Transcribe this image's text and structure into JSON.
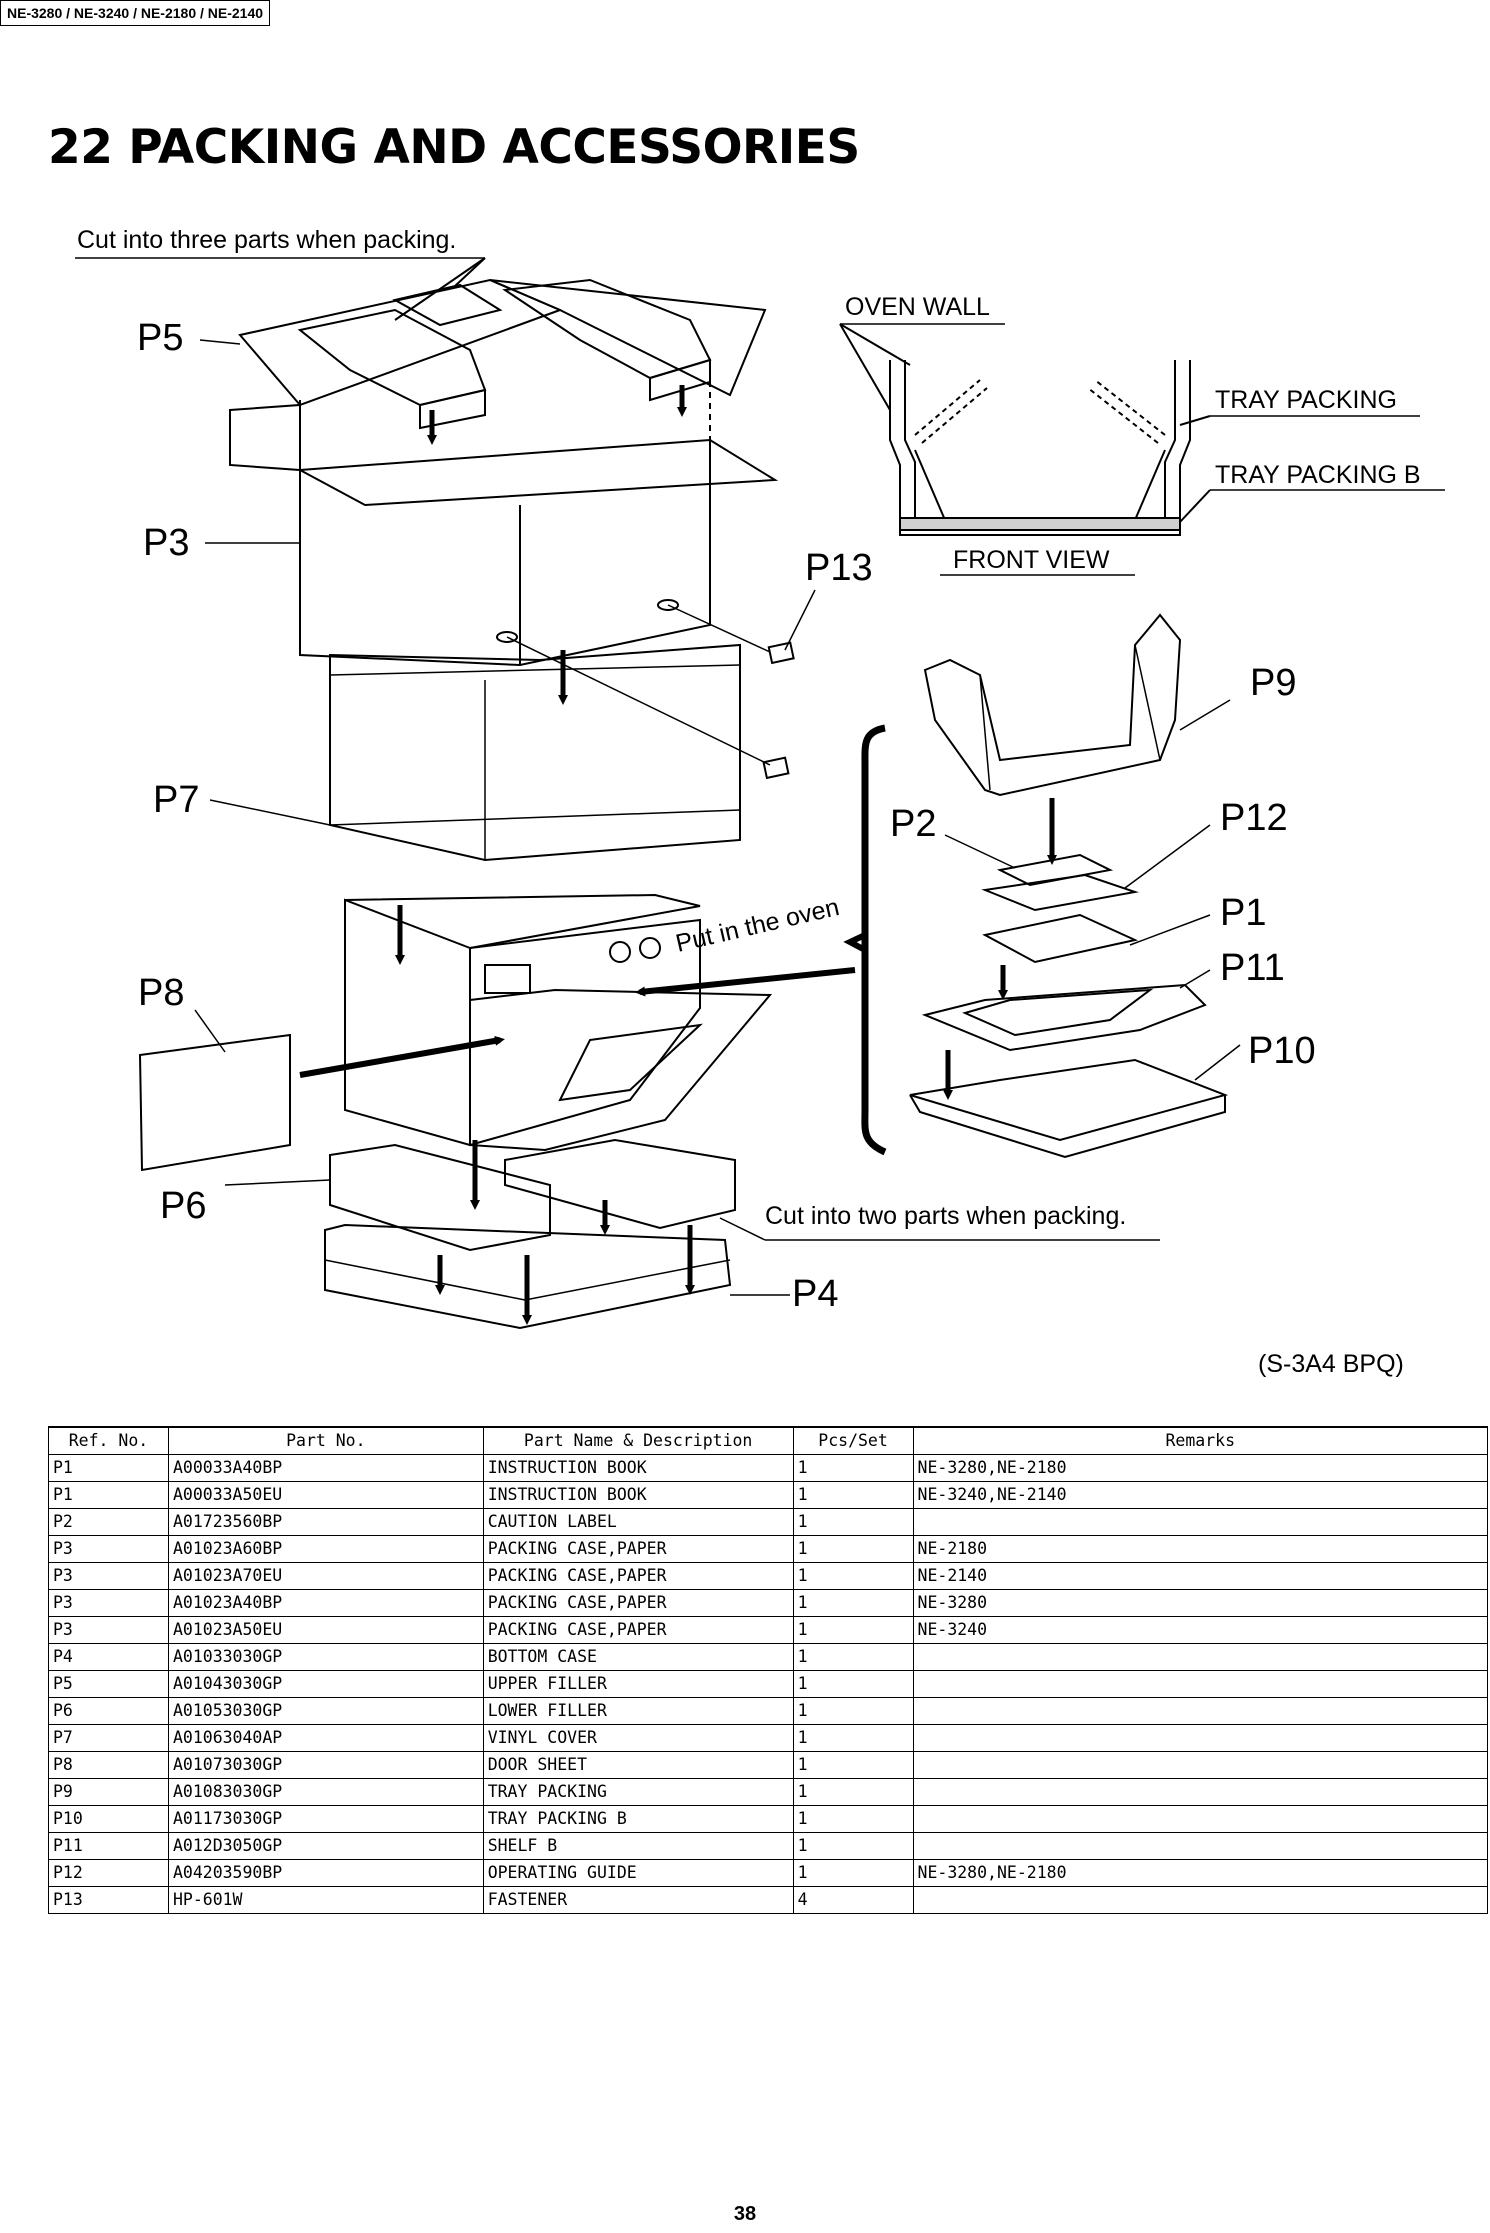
{
  "header": {
    "model_numbers": "NE-3280 / NE-3240 / NE-2180 / NE-2140"
  },
  "section": {
    "title": "22 PACKING AND ACCESSORIES"
  },
  "diagram": {
    "note_cut_three": "Cut into three parts when packing.",
    "note_put_in_oven": "Put in the oven",
    "note_cut_two": "Cut into two parts when packing.",
    "code": "(S-3A4 BPQ)",
    "labels": {
      "p1": "P1",
      "p2": "P2",
      "p3": "P3",
      "p4": "P4",
      "p5": "P5",
      "p6": "P6",
      "p7": "P7",
      "p8": "P8",
      "p9": "P9",
      "p10": "P10",
      "p11": "P11",
      "p12": "P12",
      "p13": "P13"
    },
    "front_view": {
      "oven_wall": "OVEN WALL",
      "tray_packing": "TRAY PACKING",
      "tray_packing_b": "TRAY PACKING B",
      "caption": "FRONT VIEW"
    }
  },
  "parts_table": {
    "headers": [
      "Ref. No.",
      "Part No.",
      "Part Name & Description",
      "Pcs/Set",
      "Remarks"
    ],
    "rows": [
      [
        "P1",
        "A00033A40BP",
        "INSTRUCTION BOOK",
        "1",
        "NE-3280,NE-2180"
      ],
      [
        "P1",
        "A00033A50EU",
        "INSTRUCTION BOOK",
        "1",
        "NE-3240,NE-2140"
      ],
      [
        "P2",
        "A01723560BP",
        "CAUTION LABEL",
        "1",
        ""
      ],
      [
        "P3",
        "A01023A60BP",
        "PACKING CASE,PAPER",
        "1",
        "NE-2180"
      ],
      [
        "P3",
        "A01023A70EU",
        "PACKING CASE,PAPER",
        "1",
        "NE-2140"
      ],
      [
        "P3",
        "A01023A40BP",
        "PACKING CASE,PAPER",
        "1",
        "NE-3280"
      ],
      [
        "P3",
        "A01023A50EU",
        "PACKING CASE,PAPER",
        "1",
        "NE-3240"
      ],
      [
        "P4",
        "A01033030GP",
        "BOTTOM CASE",
        "1",
        ""
      ],
      [
        "P5",
        "A01043030GP",
        "UPPER FILLER",
        "1",
        ""
      ],
      [
        "P6",
        "A01053030GP",
        "LOWER FILLER",
        "1",
        ""
      ],
      [
        "P7",
        "A01063040AP",
        "VINYL COVER",
        "1",
        ""
      ],
      [
        "P8",
        "A01073030GP",
        "DOOR SHEET",
        "1",
        ""
      ],
      [
        "P9",
        "A01083030GP",
        "TRAY PACKING",
        "1",
        ""
      ],
      [
        "P10",
        "A01173030GP",
        "TRAY PACKING B",
        "1",
        ""
      ],
      [
        "P11",
        "A012D3050GP",
        "SHELF B",
        "1",
        ""
      ],
      [
        "P12",
        "A04203590BP",
        "OPERATING GUIDE",
        "1",
        "NE-3280,NE-2180"
      ],
      [
        "P13",
        "HP-601W",
        "FASTENER",
        "4",
        ""
      ]
    ]
  },
  "footer": {
    "page_number": "38"
  }
}
